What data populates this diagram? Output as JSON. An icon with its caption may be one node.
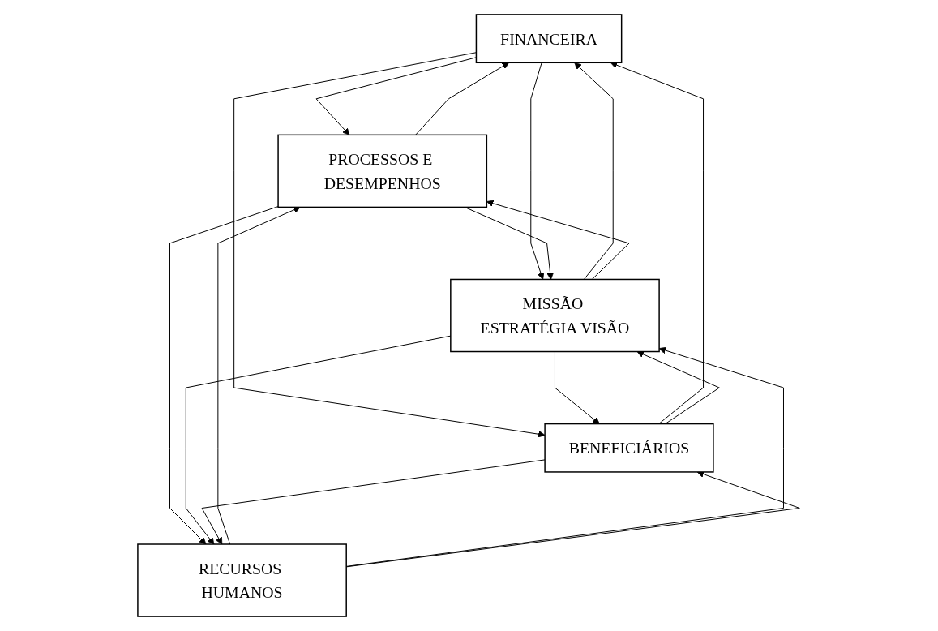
{
  "diagram": {
    "nodes": [
      {
        "text": [
          "FINANCEIRA"
        ]
      },
      {
        "text": [
          "PROCESSOS E DESEMPENHOS"
        ]
      },
      {
        "text": [
          "MISSÃO ESTRATÉGIA VISÃO"
        ]
      },
      {
        "text": [
          "BENEFICIÁRIOS"
        ]
      },
      {
        "text": [
          "RECURSOS HUMANOS"
        ]
      }
    ],
    "edges": [
      {
        "from": 1,
        "to": 0,
        "arrow": "to"
      },
      {
        "from": 0,
        "to": 1,
        "arrow": "to"
      },
      {
        "from": 0,
        "to": 2,
        "arrow": "to"
      },
      {
        "from": 2,
        "to": 0,
        "arrow": "to"
      },
      {
        "from": 0,
        "to": 3,
        "arrow": "to"
      },
      {
        "from": 3,
        "to": 0,
        "arrow": "to"
      },
      {
        "from": 1,
        "to": 2,
        "arrow": "to"
      },
      {
        "from": 2,
        "to": 1,
        "arrow": "to"
      },
      {
        "from": 2,
        "to": 3,
        "arrow": "to"
      },
      {
        "from": 3,
        "to": 2,
        "arrow": "to"
      },
      {
        "from": 1,
        "to": 4,
        "arrow": "to"
      },
      {
        "from": 4,
        "to": 1,
        "arrow": "to"
      },
      {
        "from": 4,
        "to": 2,
        "arrow": "to"
      },
      {
        "from": 2,
        "to": 4,
        "arrow": "to"
      },
      {
        "from": 3,
        "to": 4,
        "arrow": "to"
      },
      {
        "from": 4,
        "to": 3,
        "arrow": "to"
      }
    ]
  }
}
